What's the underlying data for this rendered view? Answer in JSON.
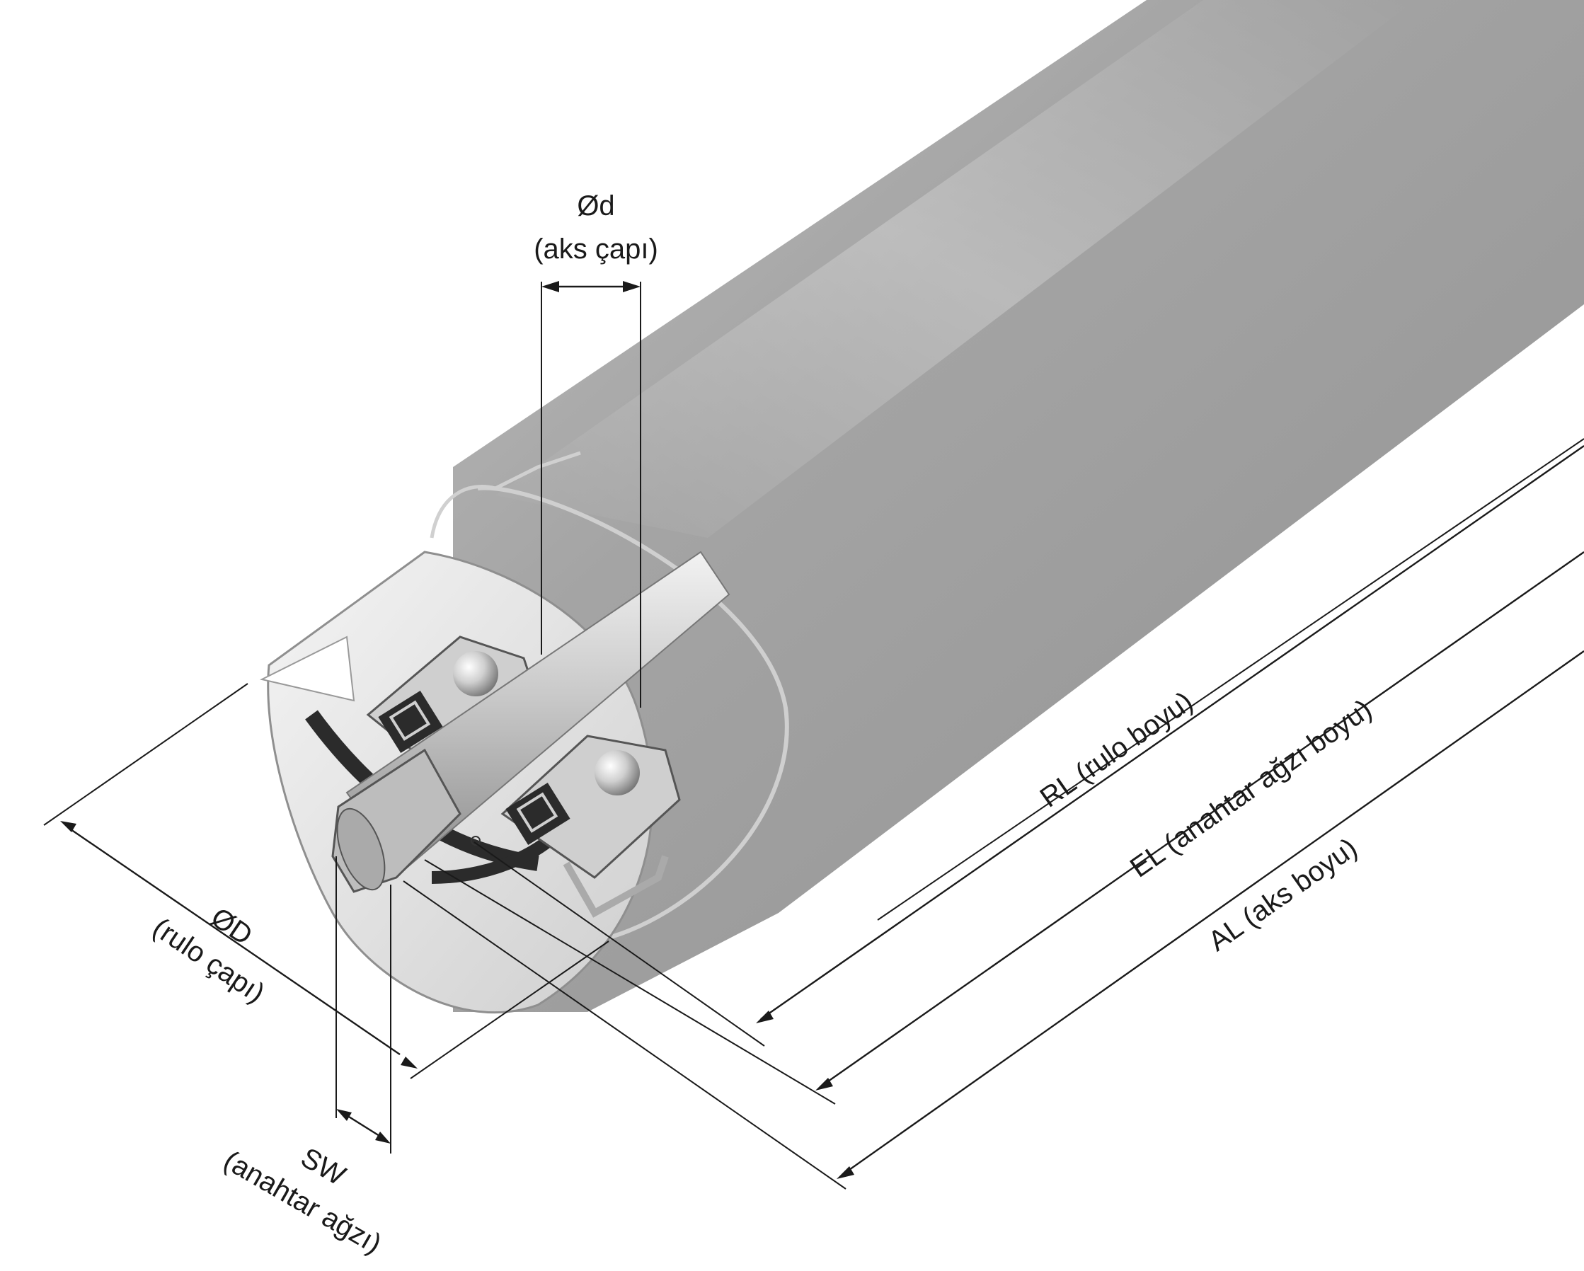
{
  "labels": {
    "axle_diameter": "Ød",
    "axle_diameter_desc": "(aks çapı)",
    "roller_diameter": "ØD",
    "roller_diameter_desc": "(rulo çapı)",
    "spanner_width": "SW",
    "spanner_width_desc": "(anahtar ağzı)",
    "roller_length": "RL (rulo boyu)",
    "spanner_length": "EL (anahtar ağzı boyu)",
    "axle_length": "AL (aks boyu)"
  },
  "colors": {
    "tube_light": "#dcdcdc",
    "tube_mid": "#a9a9a9",
    "tube_dark": "#8a8a8a",
    "bearing_housing": "#cfcfcf",
    "seal_dark": "#2b2b2b",
    "line": "#1a1a1a"
  }
}
